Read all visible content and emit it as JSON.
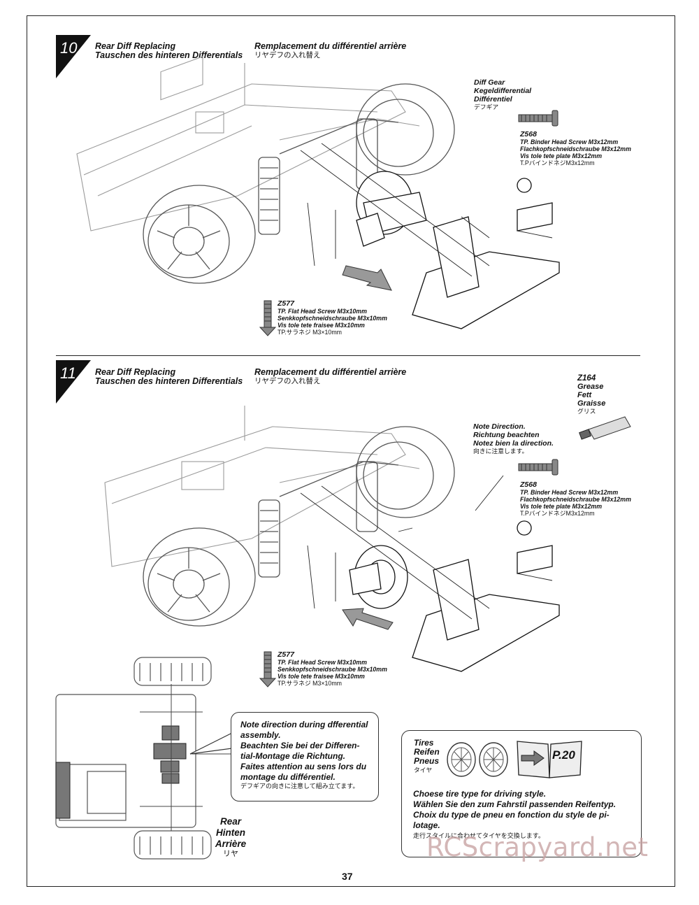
{
  "step10": {
    "number": "10",
    "title_en": "Rear Diff Replacing",
    "title_de": "Tauschen des hinteren Differentials",
    "title_fr": "Remplacement du différentiel arrière",
    "title_jp": "リヤデフの入れ替え",
    "diff_gear": {
      "en": "Diff Gear",
      "de": "Kegeldifferential",
      "fr": "Différentiel",
      "jp": "デフギア"
    },
    "screw_z568": {
      "code": "Z568",
      "en": "TP. Binder Head Screw M3x12mm",
      "de": "Flachkopfschneidschraube M3x12mm",
      "fr": "Vis tole tete plate M3x12mm",
      "jp": "T.PバインドネジM3x12mm"
    },
    "screw_z577": {
      "code": "Z577",
      "en": "TP. Flat Head Screw M3x10mm",
      "de": "Senkkopfschneidschraube M3x10mm",
      "fr": "Vis tole tete fraisee M3x10mm",
      "jp": "TP.サラネジ M3×10mm"
    }
  },
  "step11": {
    "number": "11",
    "title_en": "Rear Diff Replacing",
    "title_de": "Tauschen des hinteren Differentials",
    "title_fr": "Remplacement du différentiel arrière",
    "title_jp": "リヤデフの入れ替え",
    "grease": {
      "code": "Z164",
      "en": "Grease",
      "de": "Fett",
      "fr": "Graisse",
      "jp": "グリス"
    },
    "note_direction": {
      "en": "Note Direction.",
      "de": "Richtung beachten",
      "fr": "Notez bien la direction.",
      "jp": "向きに注意します。"
    },
    "screw_z568": {
      "code": "Z568",
      "en": "TP. Binder Head Screw M3x12mm",
      "de": "Flachkopfschneidschraube M3x12mm",
      "fr": "Vis tole tete plate M3x12mm",
      "jp": "T.PバインドネジM3x12mm"
    },
    "screw_z577": {
      "code": "Z577",
      "en": "TP. Flat Head Screw M3x10mm",
      "de": "Senkkopfschneidschraube M3x10mm",
      "fr": "Vis tole tete fraisee M3x10mm",
      "jp": "TP.サラネジ M3×10mm"
    },
    "assembly_note": {
      "en": "Note direction during dfferential\nassembly.",
      "de": "Beachten Sie bei der Differen-\ntial-Montage die Richtung.",
      "fr": "Faites attention au sens lors du\nmontage du différentiel.",
      "jp": "デフギアの向きに注意して組み立てます。"
    },
    "rear_label": {
      "en": "Rear",
      "de": "Hinten",
      "fr": "Arrière",
      "jp": "リヤ"
    },
    "tires": {
      "en": "Tires",
      "de": "Reifen",
      "fr": "Pneus",
      "jp": "タイヤ",
      "page_ref": "P.20",
      "note_en": "Choese tire type for driving style.",
      "note_de": "Wählen Sie den zum Fahrstil passenden Reifentyp.",
      "note_fr": "Choix du type de pneu en fonction du style de pi-\nlotage.",
      "note_jp": "走行スタイルに合わせてタイヤを交換します。"
    }
  },
  "page_number": "37",
  "watermark": "RCScrapyard.net"
}
